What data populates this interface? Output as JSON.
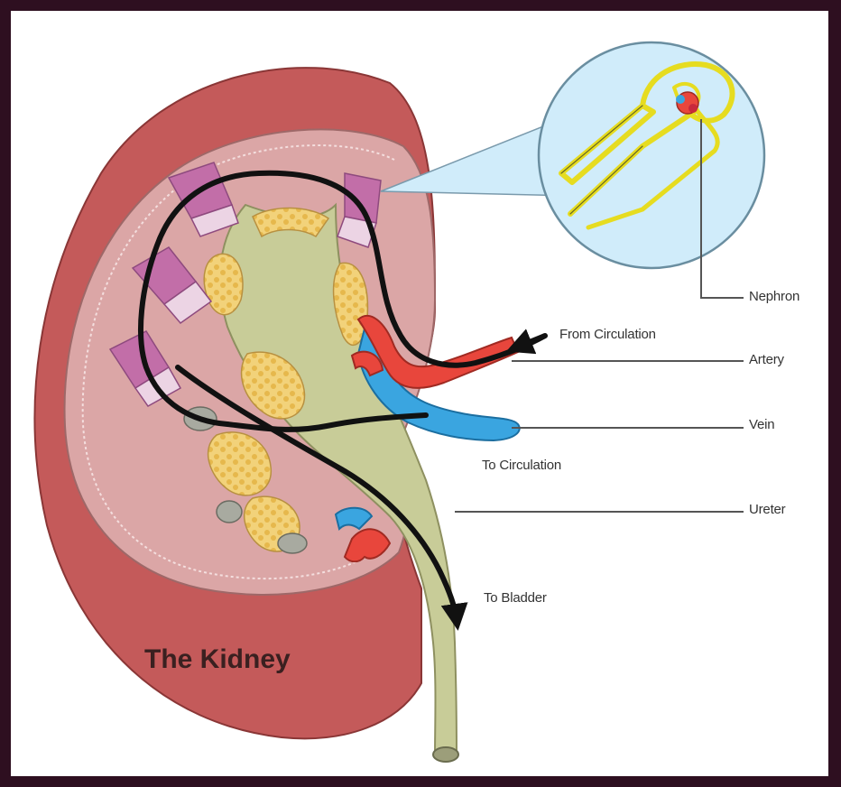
{
  "title": "The Kidney",
  "labels": {
    "nephron": "Nephron",
    "from_circulation": "From Circulation",
    "artery": "Artery",
    "vein": "Vein",
    "to_circulation": "To Circulation",
    "ureter": "Ureter",
    "to_bladder": "To Bladder"
  },
  "colors": {
    "capsule": "#c45a5a",
    "cortex": "#dba6a6",
    "pelvis": "#c8cc98",
    "fat": "#f2d27a",
    "pyramid": "#c26ea8",
    "artery": "#e8463c",
    "vein": "#3aa5e0",
    "flow_arrow": "#111111",
    "inset_bg": "#d0ecfa",
    "nephron": "#f2ec3c"
  }
}
